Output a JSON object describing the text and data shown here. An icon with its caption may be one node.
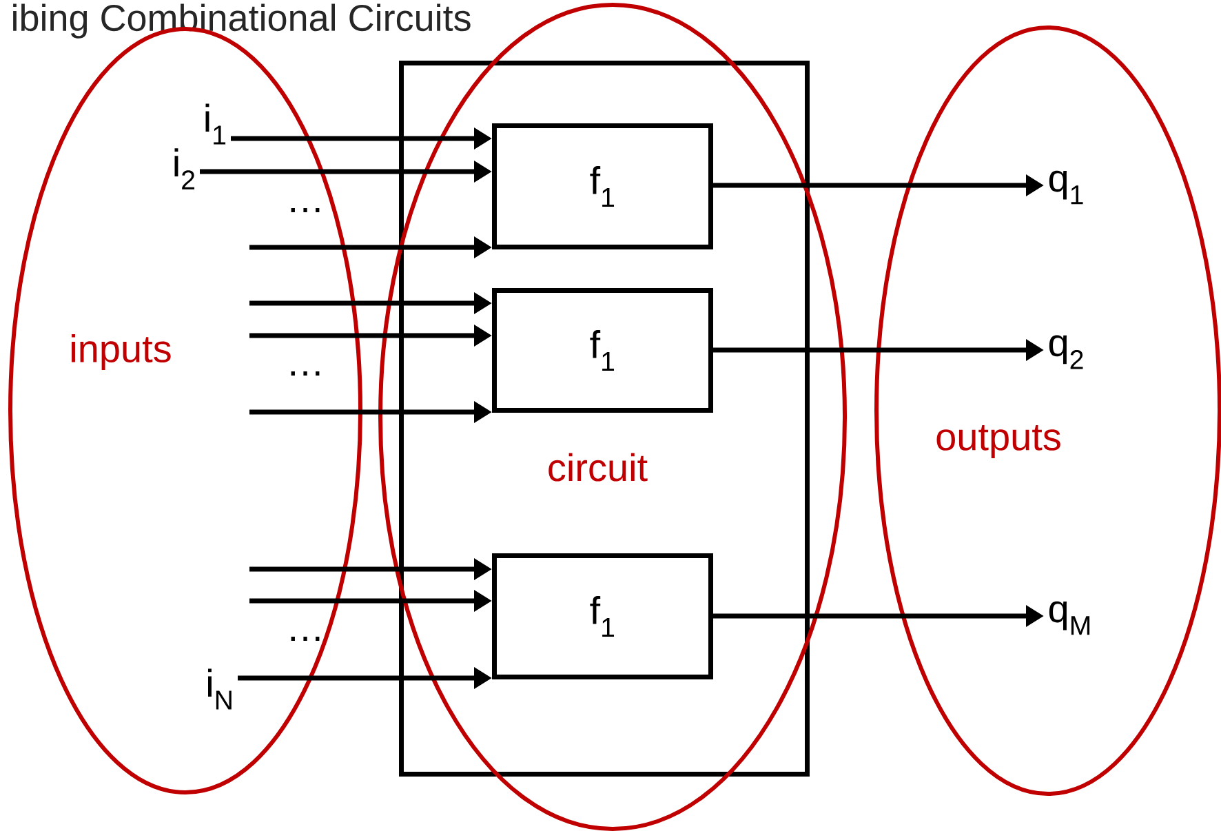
{
  "diagram": {
    "title": "ibing Combinational Circuits",
    "nodes": [
      {
        "text": [],
        "shape": "box"
      },
      {
        "text": [
          "f$_{1}$"
        ],
        "in": 0
      },
      {
        "text": [
          "f$_{1}$"
        ],
        "in": 0
      },
      {
        "text": [
          "f$_{1}$"
        ],
        "in": 0
      },
      {
        "text": [
          "i$_{1}$"
        ]
      },
      {
        "text": [
          "i$_{2}$"
        ]
      },
      {
        "text": [
          "i$_{N}$"
        ]
      },
      {
        "text": [
          "q$_{1}$"
        ]
      },
      {
        "text": [
          "q$_{2}$"
        ]
      },
      {
        "text": [
          "q$_{M}$"
        ]
      }
    ],
    "edges": [
      {
        "from": 4,
        "to": 1,
        "arrow": "to"
      },
      {
        "from": 5,
        "to": 1,
        "arrow": "to"
      },
      {
        "from": null,
        "to": 1,
        "arrow": "to"
      },
      {
        "from": null,
        "to": 2,
        "arrow": "to"
      },
      {
        "from": null,
        "to": 2,
        "arrow": "to"
      },
      {
        "from": null,
        "to": 2,
        "arrow": "to"
      },
      {
        "from": null,
        "to": 3,
        "arrow": "to"
      },
      {
        "from": null,
        "to": 3,
        "arrow": "to"
      },
      {
        "from": 6,
        "to": 3,
        "arrow": "to"
      },
      {
        "from": 1,
        "to": 7,
        "arrow": "to"
      },
      {
        "from": 2,
        "to": 8,
        "arrow": "to"
      },
      {
        "from": 3,
        "to": 9,
        "arrow": "to"
      }
    ],
    "labels": [
      "…",
      "inputs",
      "…",
      "outputs",
      "circuit",
      "…"
    ]
  }
}
